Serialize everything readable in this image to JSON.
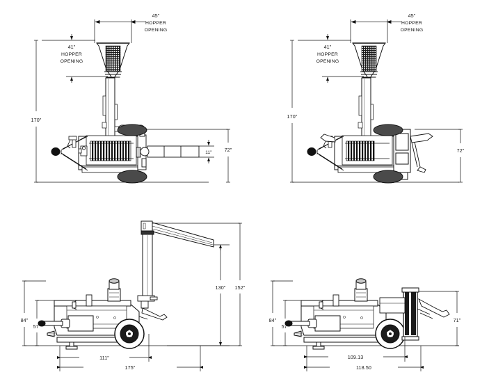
{
  "document": {
    "type": "engineering-dimension-drawing",
    "subject": "Trailer mounted mixer / pump with hopper and placing boom",
    "background_color": "#ffffff",
    "line_color": "#111111",
    "views": [
      "front-elevation-left",
      "front-elevation-right",
      "side-elevation-boom-extended",
      "side-elevation-boom-stowed"
    ]
  },
  "views": {
    "top_left": {
      "name": "front-view-with-hopper-raised",
      "labels": {
        "hopper_top_width": "45\"",
        "hopper_top_note_line1": "HOPPER",
        "hopper_top_note_line2": "OPENING",
        "hopper_side_width": "41\"",
        "hopper_side_note_line1": "HOPPER",
        "hopper_side_note_line2": "OPENING",
        "overall_height": "170\"",
        "ground_clearance": "11\"",
        "machine_height": "72\""
      }
    },
    "top_right": {
      "name": "front-view-alternate-configuration",
      "labels": {
        "hopper_top_width": "45\"",
        "hopper_top_note_line1": "HOPPER",
        "hopper_top_note_line2": "OPENING",
        "hopper_side_width": "41\"",
        "hopper_side_note_line1": "HOPPER",
        "hopper_side_note_line2": "OPENING",
        "overall_height": "170\"",
        "machine_height": "72\""
      }
    },
    "bottom_left": {
      "name": "side-view-boom-deployed",
      "labels": {
        "height_upper": "84\"",
        "height_lower": "57\"",
        "boom_height": "130\"",
        "overall_height": "152\"",
        "chassis_length": "111\"",
        "overall_length": "175\""
      }
    },
    "bottom_right": {
      "name": "side-view-boom-stowed",
      "labels": {
        "height_upper": "84\"",
        "height_lower": "57\"",
        "mast_height": "71\"",
        "chassis_length": "109.13",
        "overall_length": "118.50"
      }
    }
  },
  "chart_data": {
    "type": "table",
    "title": "Machine dimensions (inches)",
    "categories": [
      "45\"",
      "41\"",
      "170\"",
      "11\"",
      "72\"",
      "84\"",
      "57\"",
      "130\"",
      "152\"",
      "111\"",
      "175\"",
      "71\"",
      "109.13",
      "118.50"
    ],
    "values": [
      45,
      41,
      170,
      11,
      72,
      84,
      57,
      130,
      152,
      111,
      175,
      71,
      109.13,
      118.5
    ]
  }
}
